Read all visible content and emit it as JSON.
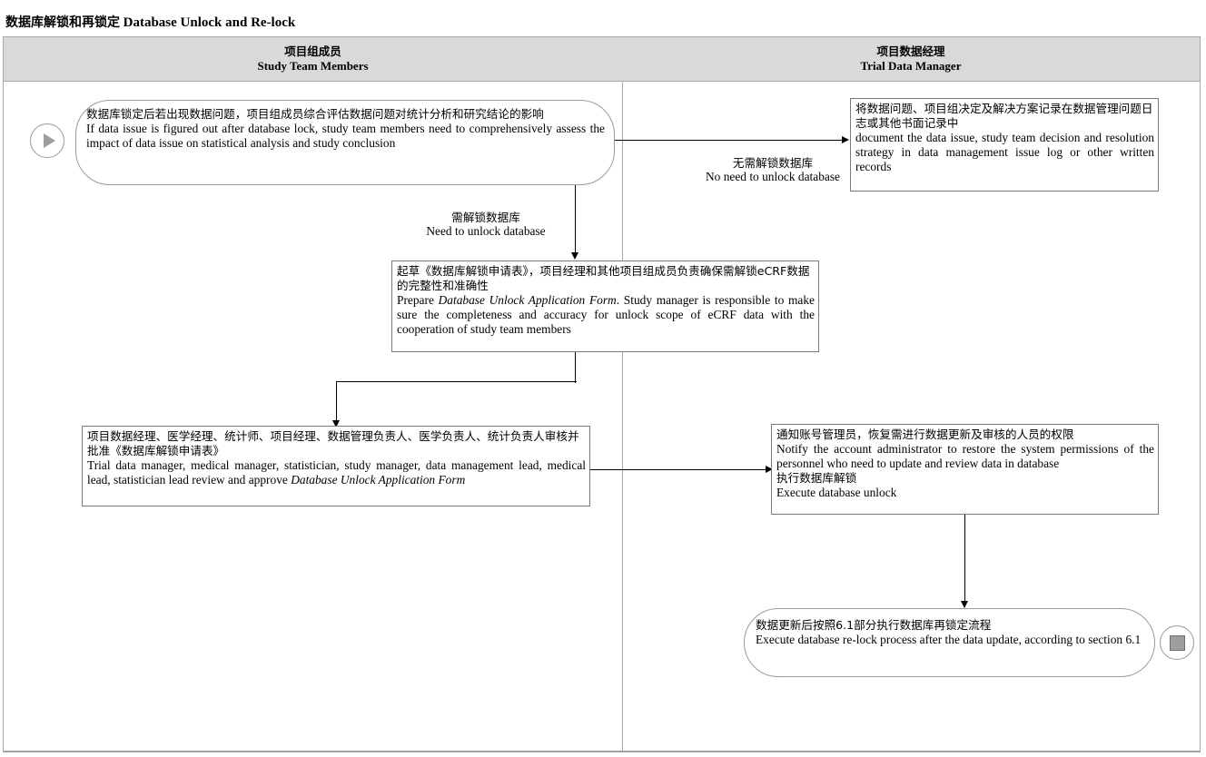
{
  "title": {
    "cn": "数据库解锁和再锁定",
    "en": "Database Unlock and Re-lock"
  },
  "lanes": [
    {
      "id": "study-team",
      "cn": "项目组成员",
      "en": "Study Team Members"
    },
    {
      "id": "trial-data-manager",
      "cn": "项目数据经理",
      "en": "Trial Data Manager"
    }
  ],
  "nodes": {
    "start_event": {
      "icon": "play-icon",
      "cn": "数据库锁定后若出现数据问题，项目组成员综合评估数据问题对统计分析和研究结论的影响",
      "en": "If data issue is figured out after database lock, study team members need to comprehensively assess the impact of data issue on statistical analysis and study conclusion"
    },
    "document_issue": {
      "cn": "将数据问题、项目组决定及解决方案记录在数据管理问题日志或其他书面记录中",
      "en": "document the data issue, study team decision and resolution strategy in data management issue log or other written records"
    },
    "prepare_form": {
      "cn": "起草《数据库解锁申请表》，项目经理和其他项目组成员负责确保需解锁eCRF数据的完整性和准确性",
      "en_pre": "Prepare ",
      "en_italic": "Database Unlock Application Form",
      "en_post": ". Study manager is responsible to make sure the completeness and accuracy for unlock scope of eCRF data with the cooperation of study team members"
    },
    "review_approve": {
      "cn": "项目数据经理、医学经理、统计师、项目经理、数据管理负责人、医学负责人、统计负责人审核并批准《数据库解锁申请表》",
      "en_pre": "Trial data manager, medical manager, statistician, study manager, data management lead, medical lead, statistician lead review and approve ",
      "en_italic": "Database Unlock Application Form",
      "en_post": ""
    },
    "notify_admin": {
      "cn_1": "通知账号管理员，恢复需进行数据更新及审核的人员的权限",
      "en_1": "Notify the account administrator to restore the system permissions of the personnel who need to update and review data in database",
      "cn_2": "执行数据库解锁",
      "en_2": "Execute database unlock"
    },
    "end_event": {
      "icon": "stop-icon",
      "cn": "数据更新后按照6.1部分执行数据库再锁定流程",
      "en": "Execute database re-lock process after the data update, according to section 6.1"
    }
  },
  "edge_labels": {
    "no_unlock": {
      "cn": "无需解锁数据库",
      "en": "No need to unlock database"
    },
    "need_unlock": {
      "cn": "需解锁数据库",
      "en": "Need to unlock database"
    }
  },
  "colors": {
    "lane_header_bg": "#d9d9d9",
    "frame_border": "#aaaaaa",
    "node_border": "#7a7a7a",
    "event_border": "#9a9a9a",
    "connector": "#000000",
    "marker_fill": "#9e9e9e"
  }
}
